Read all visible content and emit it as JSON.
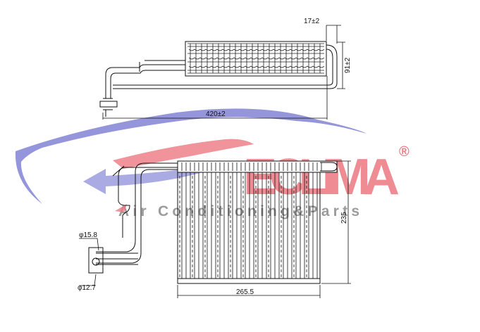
{
  "brand": {
    "name": "ECLIMA",
    "registered": "®",
    "tagline": "Air Conditioning&Parts",
    "primary_color": "#e8606a",
    "accent_color": "#3a3ab0",
    "swoosh_color": "#5a5ac8"
  },
  "top_view": {
    "length_label": "420±2",
    "depth_label": "17±2",
    "height_label": "91±2"
  },
  "front_view": {
    "width_label": "265.5",
    "height_label": "235",
    "inlet_label": "φ15.8",
    "outlet_label": "φ12.7"
  }
}
